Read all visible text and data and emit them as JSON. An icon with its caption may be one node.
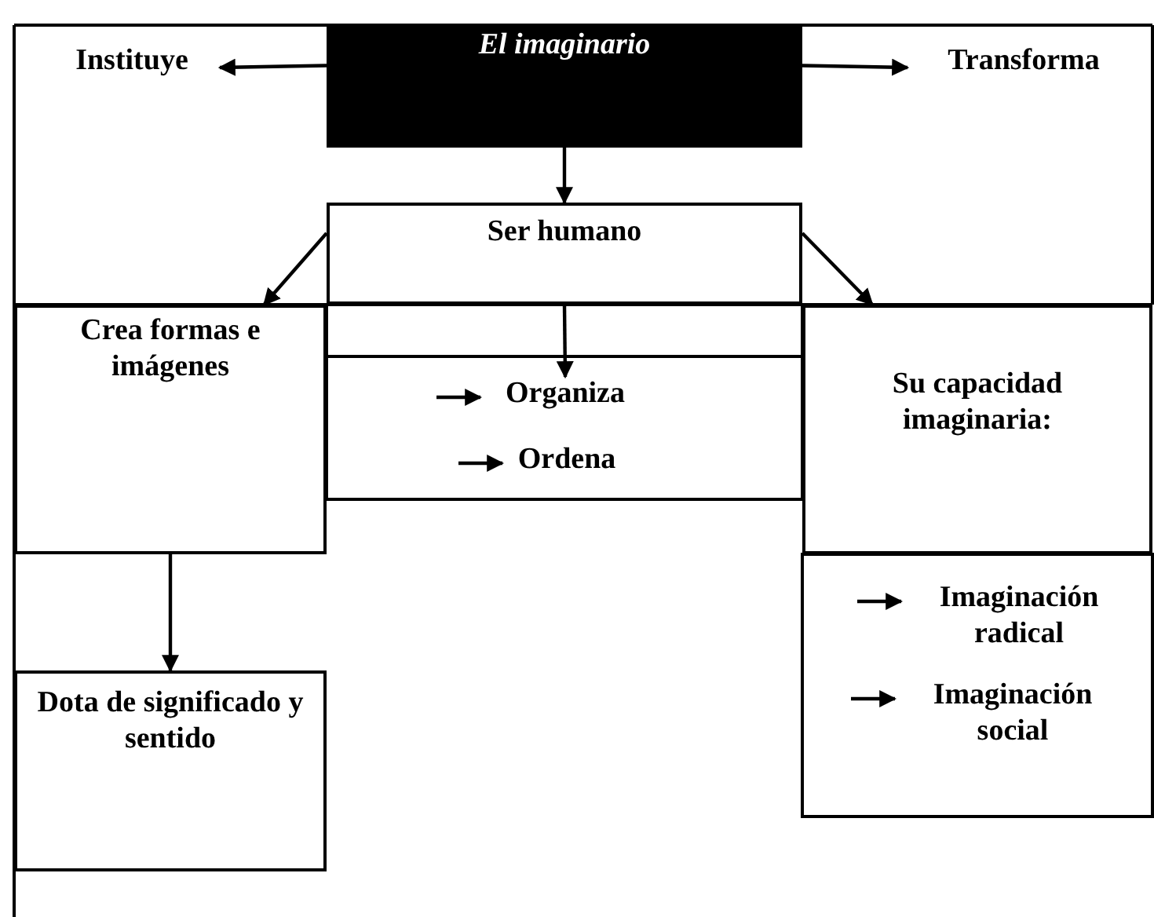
{
  "diagram": {
    "nodes": [
      {
        "text": [
          "El imaginario"
        ]
      },
      {
        "text": [
          "Instituye"
        ]
      },
      {
        "text": [
          "Transforma"
        ]
      },
      {
        "text": [
          "Ser humano"
        ]
      },
      {
        "text": [
          "Crea formas e imágenes"
        ]
      },
      {
        "text": [
          "Organiza"
        ]
      },
      {
        "text": [
          "Ordena"
        ]
      },
      {
        "text": [
          "Su capacidad imaginaria:"
        ]
      },
      {
        "text": [
          "Imaginación radical"
        ]
      },
      {
        "text": [
          "Imaginación social"
        ]
      },
      {
        "text": [
          "Dota de significado y sentido"
        ]
      }
    ],
    "edges": [
      {
        "from": 0,
        "to": 1,
        "arrow": "to"
      },
      {
        "from": 0,
        "to": 2,
        "arrow": "to"
      },
      {
        "from": 0,
        "to": 3,
        "arrow": "to"
      },
      {
        "from": 3,
        "to": 4,
        "arrow": "to"
      },
      {
        "from": 3,
        "to": 7,
        "arrow": "to"
      },
      {
        "from": 3,
        "to": 5,
        "arrow": "to"
      },
      {
        "from": null,
        "to": 5,
        "arrow": "to"
      },
      {
        "from": null,
        "to": 6,
        "arrow": "to"
      },
      {
        "from": null,
        "to": 8,
        "arrow": "to"
      },
      {
        "from": null,
        "to": 9,
        "arrow": "to"
      },
      {
        "from": 4,
        "to": 10,
        "arrow": "to"
      }
    ]
  }
}
